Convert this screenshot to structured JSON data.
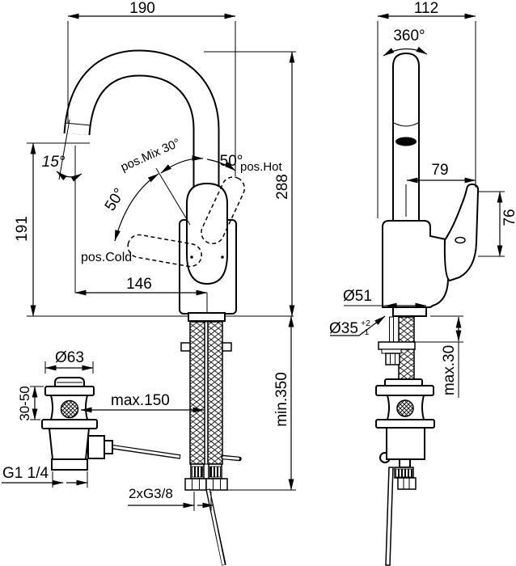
{
  "front_view": {
    "reach_dim": "190",
    "spout_height_dim": "191",
    "total_height_dim": "288",
    "center_dim": "146",
    "spout_angle": "15°",
    "mix_label": "pos.Mix 30°",
    "hot_angle": "50°",
    "hot_label": "pos.Hot",
    "cold_angle": "50°",
    "cold_label": "pos.Cold",
    "hose_length_dim": "min.350"
  },
  "drain": {
    "flange_dia": "Ø63",
    "deck_range_dim": "30-50",
    "rod_length_dim": "max.150",
    "waste_thread": "G1 1/4",
    "hose_thread": "2xG3/8"
  },
  "side_view": {
    "depth_dim": "112",
    "swivel_angle": "360°",
    "spout_offset_dim": "79",
    "handle_height_dim": "76",
    "body_dia": "Ø51",
    "hole_dia": "Ø35",
    "hole_tol_plus": "+2",
    "hole_tol_minus": "-1",
    "deck_thickness_dim": "max.30"
  }
}
